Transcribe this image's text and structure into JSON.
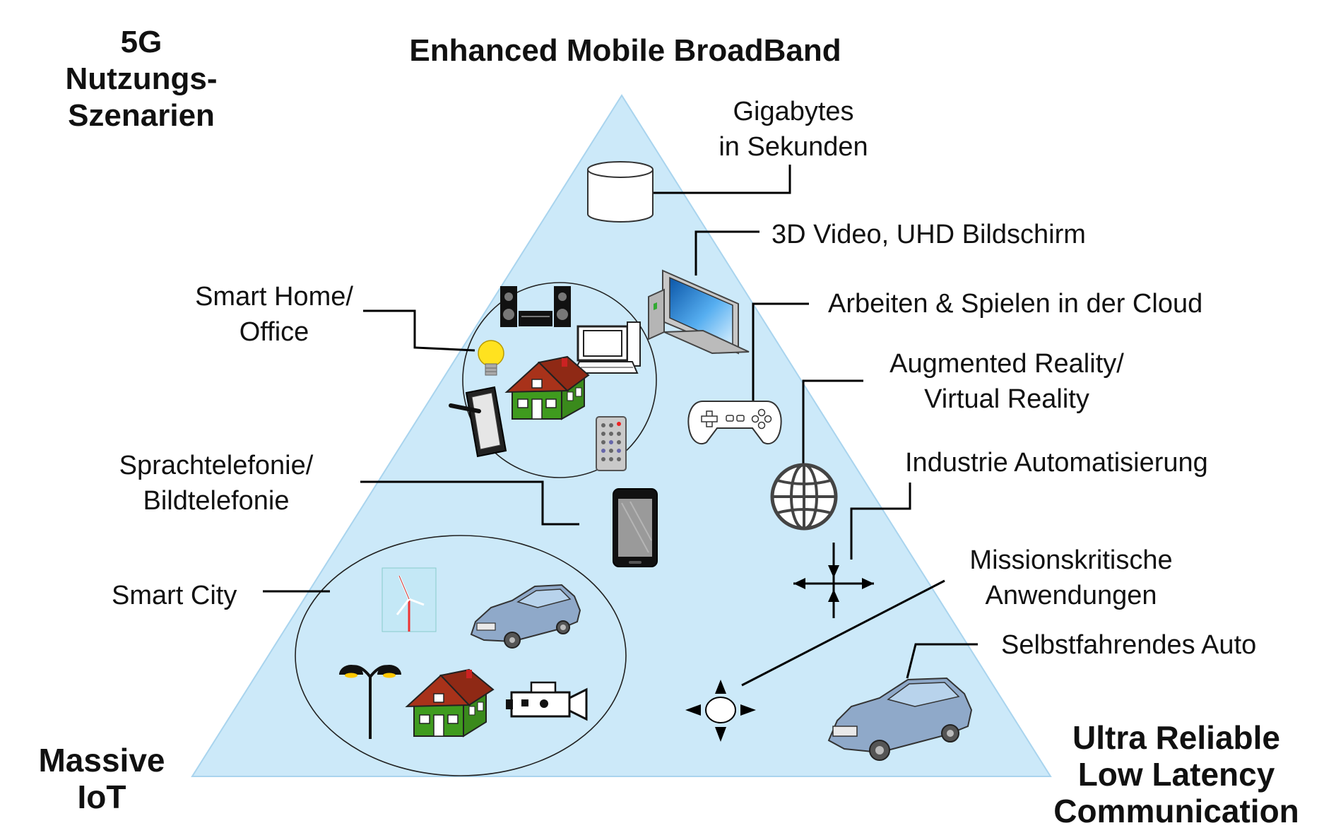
{
  "title": [
    "5G",
    "Nutzungs-",
    "Szenarien"
  ],
  "corners": {
    "top": "Enhanced Mobile BroadBand",
    "left": [
      "Massive",
      "IoT"
    ],
    "right": [
      "Ultra Reliable",
      "Low Latency",
      "Communication"
    ]
  },
  "labels": {
    "gigabytes": [
      "Gigabytes",
      "in Sekunden"
    ],
    "video": "3D Video, UHD Bildschirm",
    "cloud": "Arbeiten & Spielen in der Cloud",
    "ar": [
      "Augmented Reality/",
      "Virtual Reality"
    ],
    "industry": "Industrie Automatisierung",
    "mission": [
      "Missionskritische",
      "Anwendungen"
    ],
    "auto": "Selbstfahrendes Auto",
    "smarthome": [
      "Smart Home/",
      "Office"
    ],
    "voice": [
      "Sprachtelefonie/",
      "Bildtelefonie"
    ],
    "smartcity": "Smart City"
  },
  "colors": {
    "triangle_fill": "#cce9f9",
    "triangle_stroke": "#a9d4ee",
    "house_wall": "#3f9b1e",
    "house_roof": "#a8321a",
    "car_body": "#8fa9c9",
    "screen_blue": "#3a8fd6",
    "bulb_yellow": "#ffe21f"
  }
}
